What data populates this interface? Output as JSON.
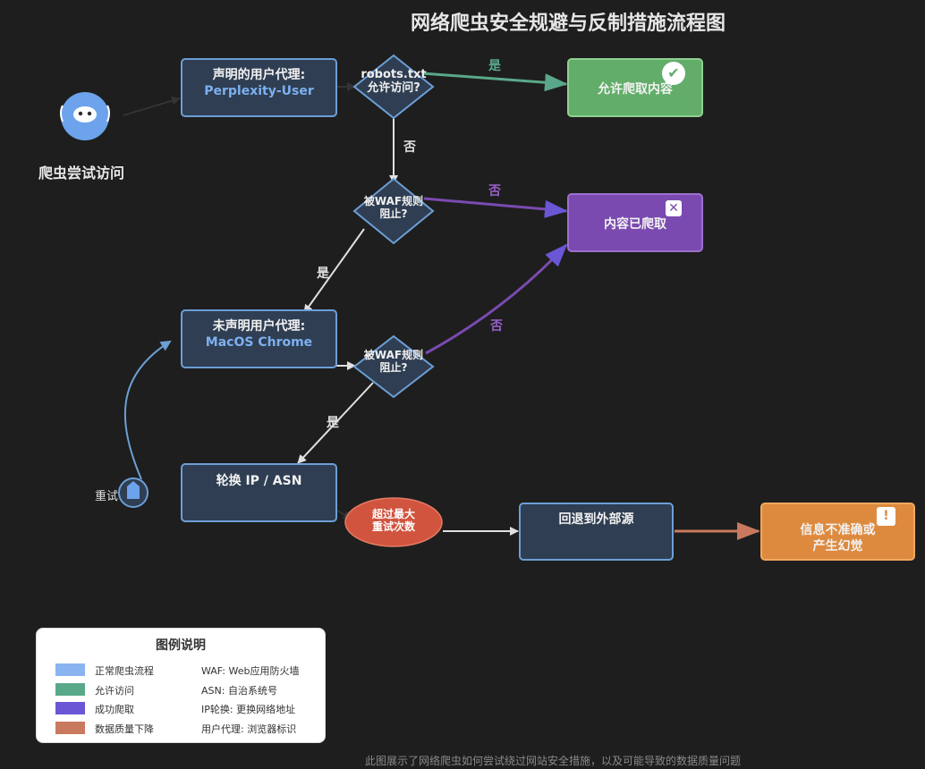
{
  "title": "网络爬虫安全规避与反制措施流程图",
  "start_label": "爬虫尝试访问",
  "nodes": {
    "declared_agent": {
      "line1": "声明的用户代理:",
      "line2": "Perplexity-User"
    },
    "robots": {
      "line1": "robots.txt",
      "line2": "允许访问?"
    },
    "allow_crawl": "允许爬取内容",
    "waf1": {
      "line1": "被WAF规则",
      "line2": "阻止?"
    },
    "content_crawled": "内容已爬取",
    "undeclared_agent": {
      "line1": "未声明用户代理:",
      "line2": "MacOS Chrome"
    },
    "waf2": {
      "line1": "被WAF规则",
      "line2": "阻止?"
    },
    "rotate_ip": "轮换 IP / ASN",
    "max_retries": {
      "line1": "超过最大",
      "line2": "重试次数"
    },
    "fallback": "回退到外部源",
    "inaccurate": {
      "line1": "信息不准确或",
      "line2": "产生幻觉"
    }
  },
  "edge_labels": {
    "robots_yes": "是",
    "robots_no": "否",
    "waf1_no": "否",
    "waf1_yes": "是",
    "waf2_no": "否",
    "waf2_yes": "是",
    "retry": "重试"
  },
  "badges": {
    "check": "✔",
    "cross": "✕",
    "warning": "!"
  },
  "legend": {
    "title": "图例说明",
    "items": [
      {
        "label": "正常爬虫流程",
        "color": "#8ab4f0"
      },
      {
        "label": "允许访问",
        "color": "#5aa88a"
      },
      {
        "label": "成功爬取",
        "color": "#6b56d6"
      },
      {
        "label": "数据质量下降",
        "color": "#c97a5e"
      }
    ],
    "notes": [
      "WAF: Web应用防火墙",
      "ASN: 自治系统号",
      "IP轮换: 更换网络地址",
      "用户代理: 浏览器标识"
    ]
  },
  "footer": "此图展示了网络爬虫如何尝试绕过网站安全措施，以及可能导致的数据质量问题",
  "colors": {
    "background": "#1e1e1e",
    "node_fill": "#2f3e52",
    "node_border": "#6c9fd6",
    "allow": "#62ad6a",
    "crawled": "#7a4ab0",
    "degraded": "#de8a3e",
    "retry_node": "#d0543e"
  }
}
